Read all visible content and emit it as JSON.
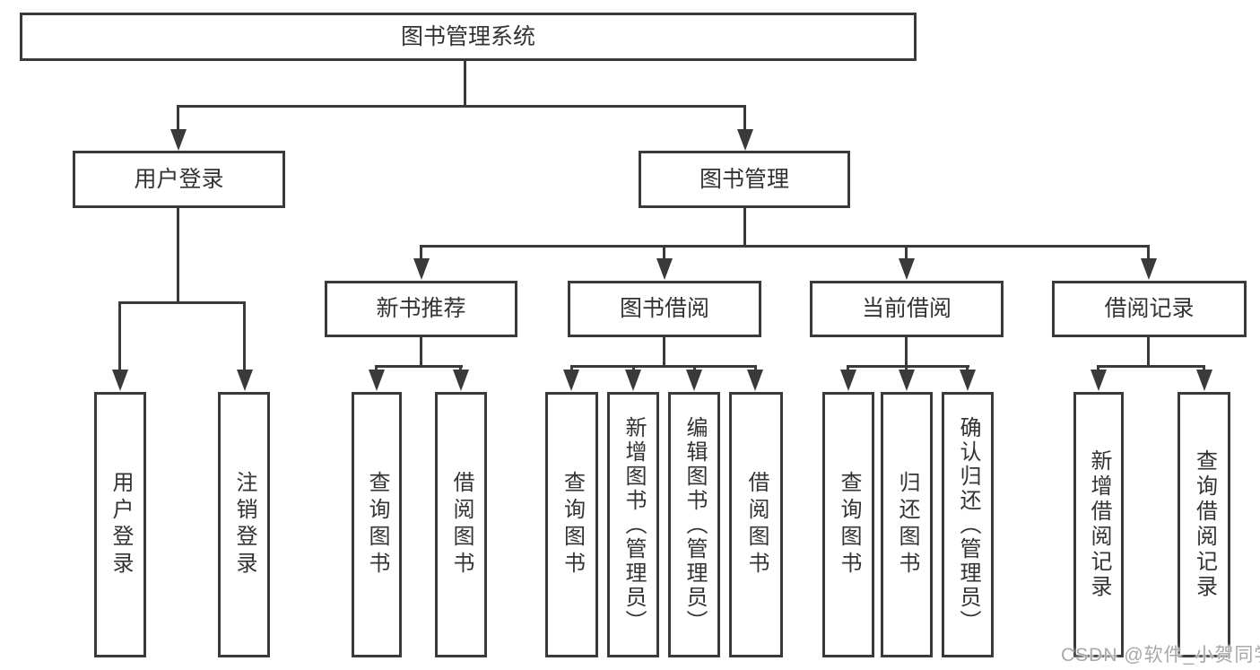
{
  "root": {
    "label": "图书管理系统"
  },
  "level2": [
    {
      "label": "用户登录"
    },
    {
      "label": "图书管理"
    }
  ],
  "level3": [
    {
      "label": "新书推荐"
    },
    {
      "label": "图书借阅"
    },
    {
      "label": "当前借阅"
    },
    {
      "label": "借阅记录"
    }
  ],
  "leaves": {
    "login": [
      {
        "label": "用户登录"
      },
      {
        "label": "注销登录"
      }
    ],
    "recommend": [
      {
        "label": "查询图书"
      },
      {
        "label": "借阅图书"
      }
    ],
    "borrow": [
      {
        "label": "查询图书"
      },
      {
        "label": "新增图书（管理员）"
      },
      {
        "label": "编辑图书（管理员）"
      },
      {
        "label": "借阅图书"
      }
    ],
    "current": [
      {
        "label": "查询图书"
      },
      {
        "label": "归还图书"
      },
      {
        "label": "确认归还（管理员）"
      }
    ],
    "records": [
      {
        "label": "新增借阅记录"
      },
      {
        "label": "查询借阅记录"
      }
    ]
  },
  "watermark": {
    "text": "CSDN @软件_小贺同学"
  },
  "colors": {
    "line": "#3a3a3a",
    "text": "#333333",
    "watermark": "#a6a8ab",
    "background": "#ffffff"
  }
}
